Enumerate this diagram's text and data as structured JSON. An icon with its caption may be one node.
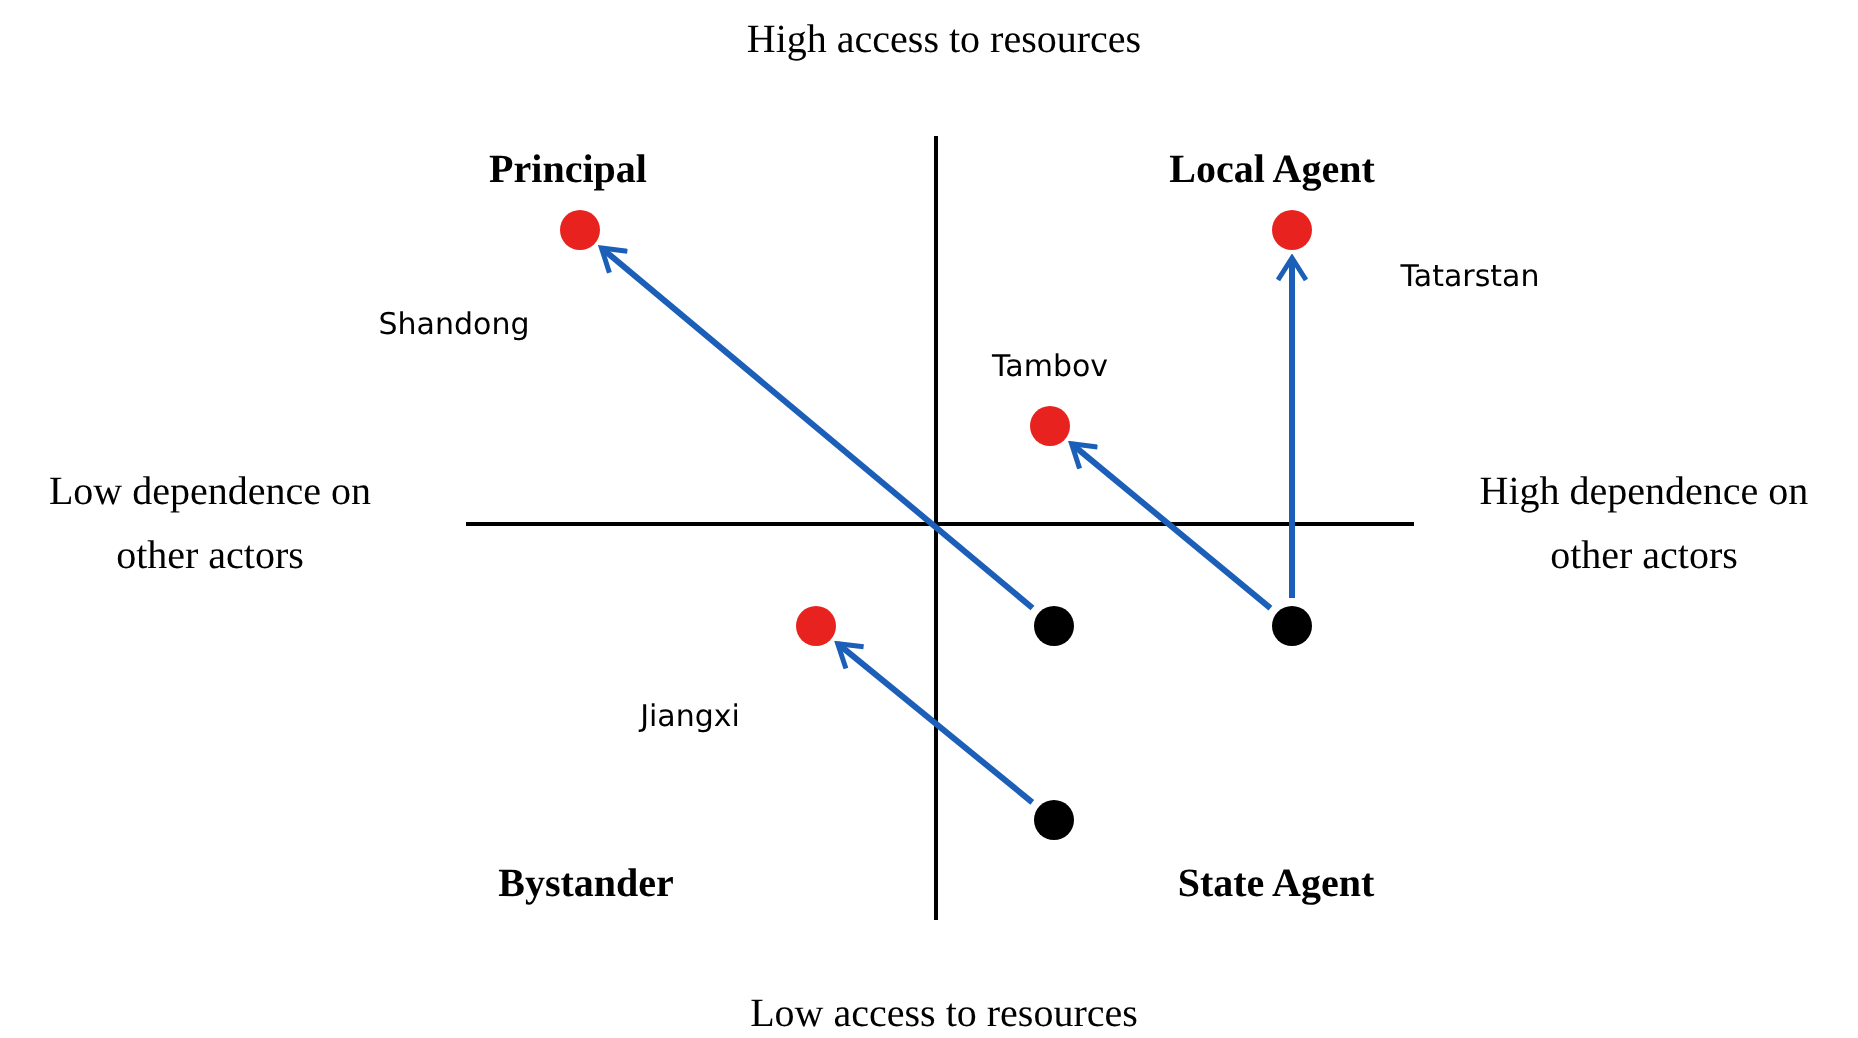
{
  "diagram": {
    "nodes": [
      {
        "text": [],
        "shape": "circle",
        "beside": [
          "Shandong"
        ]
      },
      {
        "text": [],
        "shape": "circle",
        "beside": [
          "Tatarstan"
        ]
      },
      {
        "text": [],
        "shape": "circle",
        "beside": [
          "Tambov"
        ]
      },
      {
        "text": [],
        "shape": "circle",
        "beside": [
          "Jiangxi"
        ]
      },
      {
        "text": [],
        "shape": "circle"
      },
      {
        "text": [],
        "shape": "circle"
      },
      {
        "text": [],
        "shape": "circle"
      }
    ],
    "edges": [
      {
        "from": 4,
        "to": 0,
        "arrow": "to"
      },
      {
        "from": 5,
        "to": 1,
        "arrow": "to"
      },
      {
        "from": 5,
        "to": 2,
        "arrow": "to"
      },
      {
        "from": 6,
        "to": 3,
        "arrow": "to"
      }
    ],
    "labels": [
      "High access to resources",
      "Principal",
      "Local Agent",
      "Low dependence on other actors",
      "High dependence on other actors",
      "Bystander",
      "State Agent",
      "Low access to resources"
    ]
  }
}
